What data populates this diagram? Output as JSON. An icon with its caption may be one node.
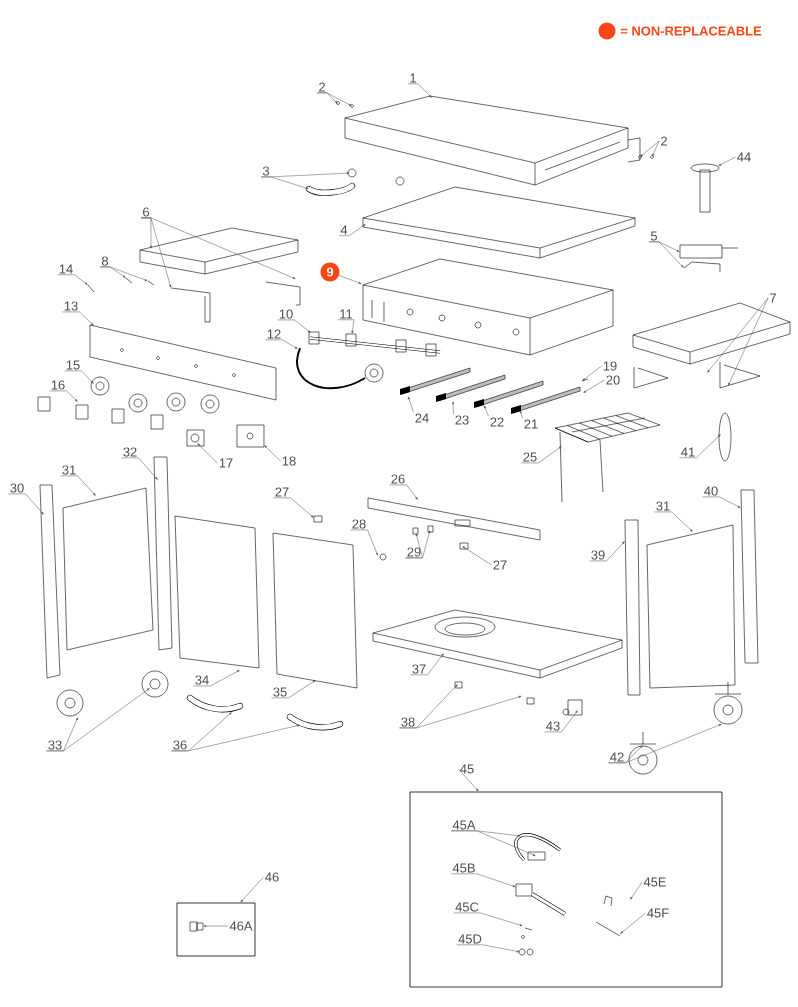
{
  "diagram": {
    "nodes": [
      {
        "text": [
          "1"
        ]
      },
      {
        "text": [
          "2"
        ]
      },
      {
        "text": [
          "2"
        ]
      },
      {
        "text": [
          "3"
        ]
      },
      {
        "text": [
          "4"
        ]
      },
      {
        "text": [
          "5"
        ]
      },
      {
        "text": [
          "6"
        ]
      },
      {
        "text": [
          "7"
        ]
      },
      {
        "text": [
          "8"
        ]
      },
      {
        "text": [
          "9"
        ]
      },
      {
        "text": [
          "10"
        ]
      },
      {
        "text": [
          "11"
        ]
      },
      {
        "text": [
          "12"
        ]
      },
      {
        "text": [
          "13"
        ]
      },
      {
        "text": [
          "14"
        ]
      },
      {
        "text": [
          "15"
        ]
      },
      {
        "text": [
          "16"
        ]
      },
      {
        "text": [
          "17"
        ]
      },
      {
        "text": [
          "18"
        ]
      },
      {
        "text": [
          "19"
        ]
      },
      {
        "text": [
          "20"
        ]
      },
      {
        "text": [
          "21"
        ]
      },
      {
        "text": [
          "22"
        ]
      },
      {
        "text": [
          "23"
        ]
      },
      {
        "text": [
          "24"
        ]
      },
      {
        "text": [
          "25"
        ]
      },
      {
        "text": [
          "26"
        ]
      },
      {
        "text": [
          "27"
        ]
      },
      {
        "text": [
          "27"
        ]
      },
      {
        "text": [
          "28"
        ]
      },
      {
        "text": [
          "29"
        ]
      },
      {
        "text": [
          "30"
        ]
      },
      {
        "text": [
          "31"
        ]
      },
      {
        "text": [
          "32"
        ]
      },
      {
        "text": [
          "33"
        ]
      },
      {
        "text": [
          "34"
        ]
      },
      {
        "text": [
          "35"
        ]
      },
      {
        "text": [
          "36"
        ]
      },
      {
        "text": [
          "37"
        ]
      },
      {
        "text": [
          "38"
        ]
      },
      {
        "text": [
          "39"
        ]
      },
      {
        "text": [
          "31"
        ]
      },
      {
        "text": [
          "40"
        ]
      },
      {
        "text": [
          "41"
        ]
      },
      {
        "text": [
          "42"
        ]
      },
      {
        "text": [
          "43"
        ]
      },
      {
        "text": [
          "44"
        ]
      },
      {
        "text": [
          "45"
        ]
      },
      {
        "text": [],
        "shape": "box"
      },
      {
        "text": [
          "45A"
        ],
        "in": 48
      },
      {
        "text": [
          "45B"
        ],
        "in": 48
      },
      {
        "text": [
          "45C"
        ],
        "in": 48
      },
      {
        "text": [
          "45D"
        ],
        "in": 48
      },
      {
        "text": [
          "45E"
        ],
        "in": 48
      },
      {
        "text": [
          "45F"
        ],
        "in": 48
      },
      {
        "text": [
          "46"
        ]
      },
      {
        "text": [],
        "shape": "box"
      },
      {
        "text": [
          "46A"
        ],
        "in": 56
      }
    ],
    "edges": [
      {
        "from": 0,
        "to": null,
        "arrow": "to"
      },
      {
        "from": 1,
        "to": null,
        "arrow": "to"
      },
      {
        "from": 1,
        "to": null,
        "arrow": "to"
      },
      {
        "from": 2,
        "to": null,
        "arrow": "to"
      },
      {
        "from": 2,
        "to": null,
        "arrow": "to"
      },
      {
        "from": 3,
        "to": null,
        "arrow": "to"
      },
      {
        "from": 3,
        "to": null,
        "arrow": "to"
      },
      {
        "from": 4,
        "to": null,
        "arrow": "to"
      },
      {
        "from": 5,
        "to": null,
        "arrow": "to"
      },
      {
        "from": 5,
        "to": null,
        "arrow": "to"
      },
      {
        "from": 6,
        "to": null,
        "arrow": "to"
      },
      {
        "from": 6,
        "to": null,
        "arrow": "to"
      },
      {
        "from": 6,
        "to": null,
        "arrow": "to"
      },
      {
        "from": 7,
        "to": null,
        "arrow": "to"
      },
      {
        "from": 7,
        "to": null,
        "arrow": "to"
      },
      {
        "from": 8,
        "to": null,
        "arrow": "to"
      },
      {
        "from": 8,
        "to": null,
        "arrow": "to"
      },
      {
        "from": 9,
        "to": null,
        "arrow": "to"
      },
      {
        "from": 10,
        "to": null,
        "arrow": "to"
      },
      {
        "from": 11,
        "to": null,
        "arrow": "to"
      },
      {
        "from": 12,
        "to": null,
        "arrow": "to"
      },
      {
        "from": 13,
        "to": null,
        "arrow": "to"
      },
      {
        "from": 14,
        "to": null,
        "arrow": "to"
      },
      {
        "from": 15,
        "to": null,
        "arrow": "to"
      },
      {
        "from": 16,
        "to": null,
        "arrow": "to"
      },
      {
        "from": 17,
        "to": null,
        "arrow": "to"
      },
      {
        "from": 18,
        "to": null,
        "arrow": "to"
      },
      {
        "from": 19,
        "to": null,
        "arrow": "to"
      },
      {
        "from": 20,
        "to": null,
        "arrow": "to"
      },
      {
        "from": 21,
        "to": null,
        "arrow": "to"
      },
      {
        "from": 22,
        "to": null,
        "arrow": "to"
      },
      {
        "from": 23,
        "to": null,
        "arrow": "to"
      },
      {
        "from": 24,
        "to": null,
        "arrow": "to"
      },
      {
        "from": 25,
        "to": null,
        "arrow": "to"
      },
      {
        "from": 26,
        "to": null,
        "arrow": "to"
      },
      {
        "from": 27,
        "to": null,
        "arrow": "to"
      },
      {
        "from": 28,
        "to": null,
        "arrow": "to"
      },
      {
        "from": 29,
        "to": null,
        "arrow": "to"
      },
      {
        "from": 30,
        "to": null,
        "arrow": "to"
      },
      {
        "from": 30,
        "to": null,
        "arrow": "to"
      },
      {
        "from": 31,
        "to": null,
        "arrow": "to"
      },
      {
        "from": 32,
        "to": null,
        "arrow": "to"
      },
      {
        "from": 33,
        "to": null,
        "arrow": "to"
      },
      {
        "from": 34,
        "to": null,
        "arrow": "to"
      },
      {
        "from": 34,
        "to": null,
        "arrow": "to"
      },
      {
        "from": 35,
        "to": null,
        "arrow": "to"
      },
      {
        "from": 36,
        "to": null,
        "arrow": "to"
      },
      {
        "from": 37,
        "to": null,
        "arrow": "to"
      },
      {
        "from": 37,
        "to": null,
        "arrow": "to"
      },
      {
        "from": 38,
        "to": null,
        "arrow": "to"
      },
      {
        "from": 39,
        "to": null,
        "arrow": "to"
      },
      {
        "from": 39,
        "to": null,
        "arrow": "to"
      },
      {
        "from": 40,
        "to": null,
        "arrow": "to"
      },
      {
        "from": 41,
        "to": null,
        "arrow": "to"
      },
      {
        "from": 42,
        "to": null,
        "arrow": "to"
      },
      {
        "from": 43,
        "to": null,
        "arrow": "to"
      },
      {
        "from": 44,
        "to": null,
        "arrow": "to"
      },
      {
        "from": 44,
        "to": null,
        "arrow": "to"
      },
      {
        "from": 45,
        "to": null,
        "arrow": "to"
      },
      {
        "from": 46,
        "to": null,
        "arrow": "to"
      },
      {
        "from": 47,
        "to": 48,
        "arrow": "to"
      },
      {
        "from": 49,
        "to": null,
        "arrow": "to"
      },
      {
        "from": 49,
        "to": null,
        "arrow": "to"
      },
      {
        "from": 50,
        "to": null,
        "arrow": "to"
      },
      {
        "from": 51,
        "to": null,
        "arrow": "to"
      },
      {
        "from": 52,
        "to": null,
        "arrow": "to"
      },
      {
        "from": 53,
        "to": null,
        "arrow": "to"
      },
      {
        "from": 54,
        "to": null,
        "arrow": "to"
      },
      {
        "from": 55,
        "to": 56,
        "arrow": "to"
      },
      {
        "from": 57,
        "to": null,
        "arrow": "to"
      }
    ],
    "legend": [
      {
        "text": "= NON-REPLACEABLE",
        "color": "#fa4616"
      }
    ]
  }
}
